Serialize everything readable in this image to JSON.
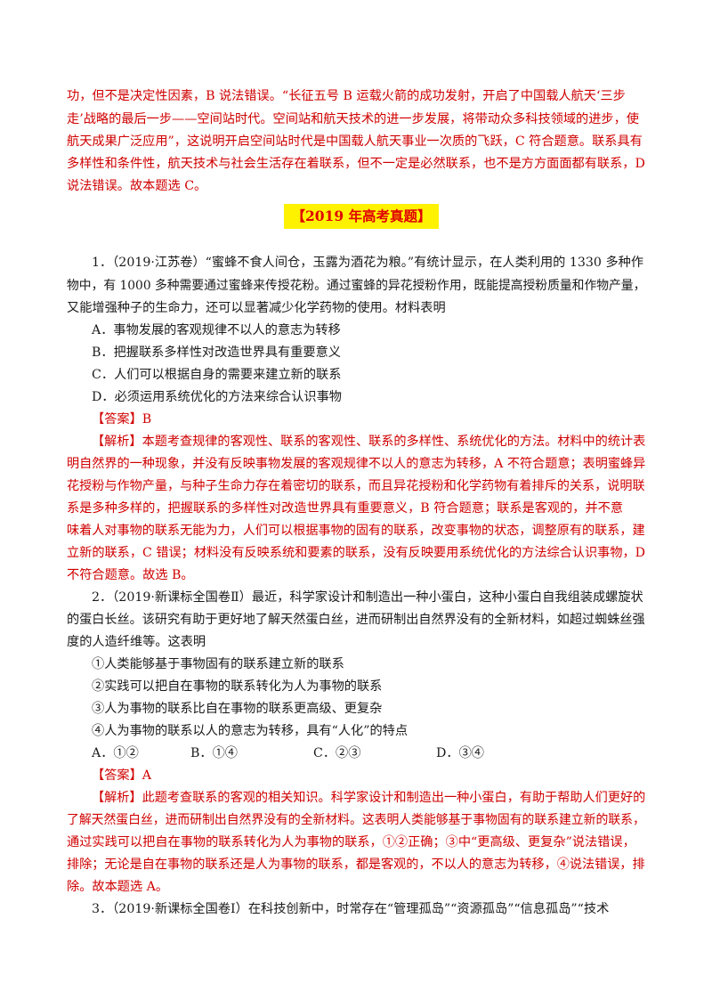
{
  "top_explanation": [
    "功，但不是决定性因素，B 说法错误。“长征五号 B 运载火箭的成功发射，开启了中国载人航天‘三步",
    "走’战略的最后一步——空间站时代。空间站和航天技术的进一步发展，将带动众多科技领域的进步，使",
    "航天成果广泛应用”，这说明开启空间站时代是中国载人航天事业一次质的飞跃，C 符合题意。联系具有",
    "多样性和条件性，航天技术与社会生活存在着联系，但不一定是必然联系，也不是方方面面都有联系，D",
    "说法错误。故本题选 C。"
  ],
  "section_title": "【2019 年高考真题】",
  "q1": {
    "stem": [
      "1．（2019·江苏卷）“蜜蜂不食人间仓，玉露为酒花为粮。”有统计显示，在人类利用的 1330 多种作",
      "物中，有 1000 多种需要通过蜜蜂来传授花粉。通过蜜蜂的异花授粉作用，既能提高授粉质量和作物产量，",
      "又能增强种子的生命力，还可以显著减少化学药物的使用。材料表明"
    ],
    "options": [
      "A．事物发展的客观规律不以人的意志为转移",
      "B．把握联系多样性对改造世界具有重要意义",
      "C．人们可以根据自身的需要来建立新的联系",
      "D．必须运用系统优化的方法来综合认识事物"
    ],
    "answer": "【答案】B",
    "explanation": [
      "【解析】本题考查规律的客观性、联系的客观性、联系的多样性、系统优化的方法。材料中的统计表",
      "明自然界的一种现象，并没有反映事物发展的客观规律不以人的意志为转移，A 不符合题意；表明蜜蜂异",
      "花授粉与作物产量，与种子生命力存在着密切的联系，而且异花授粉和化学药物有着排斥的关系，说明联",
      "系是多种多样的，把握联系的多样性对改造世界具有重要意义，B 符合题意；联系是客观的，并不意",
      "味着人对事物的联系无能为力，人们可以根据事物的固有的联系，改变事物的状态，调整原有的联系，建",
      "立新的联系，C 错误；材料没有反映系统和要素的联系，没有反映要用系统优化的方法综合认识事物，D",
      "不符合题意。故选 B。"
    ]
  },
  "q2": {
    "stem": [
      "2．（2019·新课标全国卷Ⅱ）最近，科学家设计和制造出一种小蛋白，这种小蛋白自我组装成螺旋状",
      "的蛋白长丝。该研究有助于更好地了解天然蛋白丝，进而研制出自然界没有的全新材料，如超过蜘蛛丝强",
      "度的人造纤维等。这表明"
    ],
    "items": [
      "①人类能够基于事物固有的联系建立新的联系",
      "②实践可以把自在事物的联系转化为人为事物的联系",
      "③人为事物的联系比自在事物的联系更高级、更复杂",
      "④人为事物的联系以人的意志为转移，具有“人化”的特点"
    ],
    "choices": [
      "A．①②",
      "B．①④",
      "C．②③",
      "D．③④"
    ],
    "answer": "【答案】A",
    "explanation": [
      "【解析】此题考查联系的客观的相关知识。科学家设计和制造出一种小蛋白，有助于帮助人们更好的",
      "了解天然蛋白丝，进而研制出自然界没有的全新材料。这表明人类能够基于事物固有的联系建立新的联系，",
      "通过实践可以把自在事物的联系转化为人为事物的联系，①②正确；③中“更高级、更复杂”说法错误，",
      "排除；无论是自在事物的联系还是人为事物的联系，都是客观的，不以人的意志为转移，④说法错误，排",
      "除。故本题选 A。"
    ]
  },
  "q3": {
    "stem": [
      "3．（2019·新课标全国卷Ⅰ）在科技创新中，时常存在“管理孤岛”“资源孤岛”“信息孤岛”“技术"
    ]
  }
}
